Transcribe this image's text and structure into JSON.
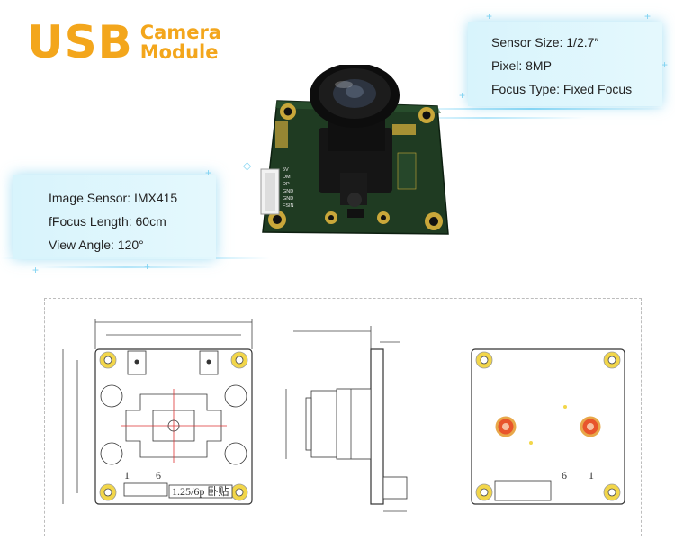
{
  "title": {
    "main": "USB",
    "line1": "Camera",
    "line2": "Module"
  },
  "specs_right": [
    {
      "label": "Sensor Size:",
      "value": "1/2.7″"
    },
    {
      "label": "Pixel:",
      "value": "8MP"
    },
    {
      "label": "Focus Type:",
      "value": "Fixed Focus"
    }
  ],
  "specs_left": [
    {
      "label": "Image Sensor:",
      "value": "IMX415"
    },
    {
      "label": "fFocus Length:",
      "value": "60cm"
    },
    {
      "label": "View Angle:",
      "value": "120°"
    }
  ],
  "connector_pins": [
    "5V",
    "DM",
    "DP",
    "GND",
    "GND",
    "FSIN"
  ],
  "drawing": {
    "front_pin_first": "1",
    "front_pin_last": "6",
    "connector_label": "1.25/6p 卧贴",
    "back_pin_first": "6",
    "back_pin_last": "1"
  },
  "colors": {
    "title": "#f3a61c",
    "card": "#d6f3fc",
    "pcb": "#1f3b22",
    "pad": "#f2d64a"
  }
}
